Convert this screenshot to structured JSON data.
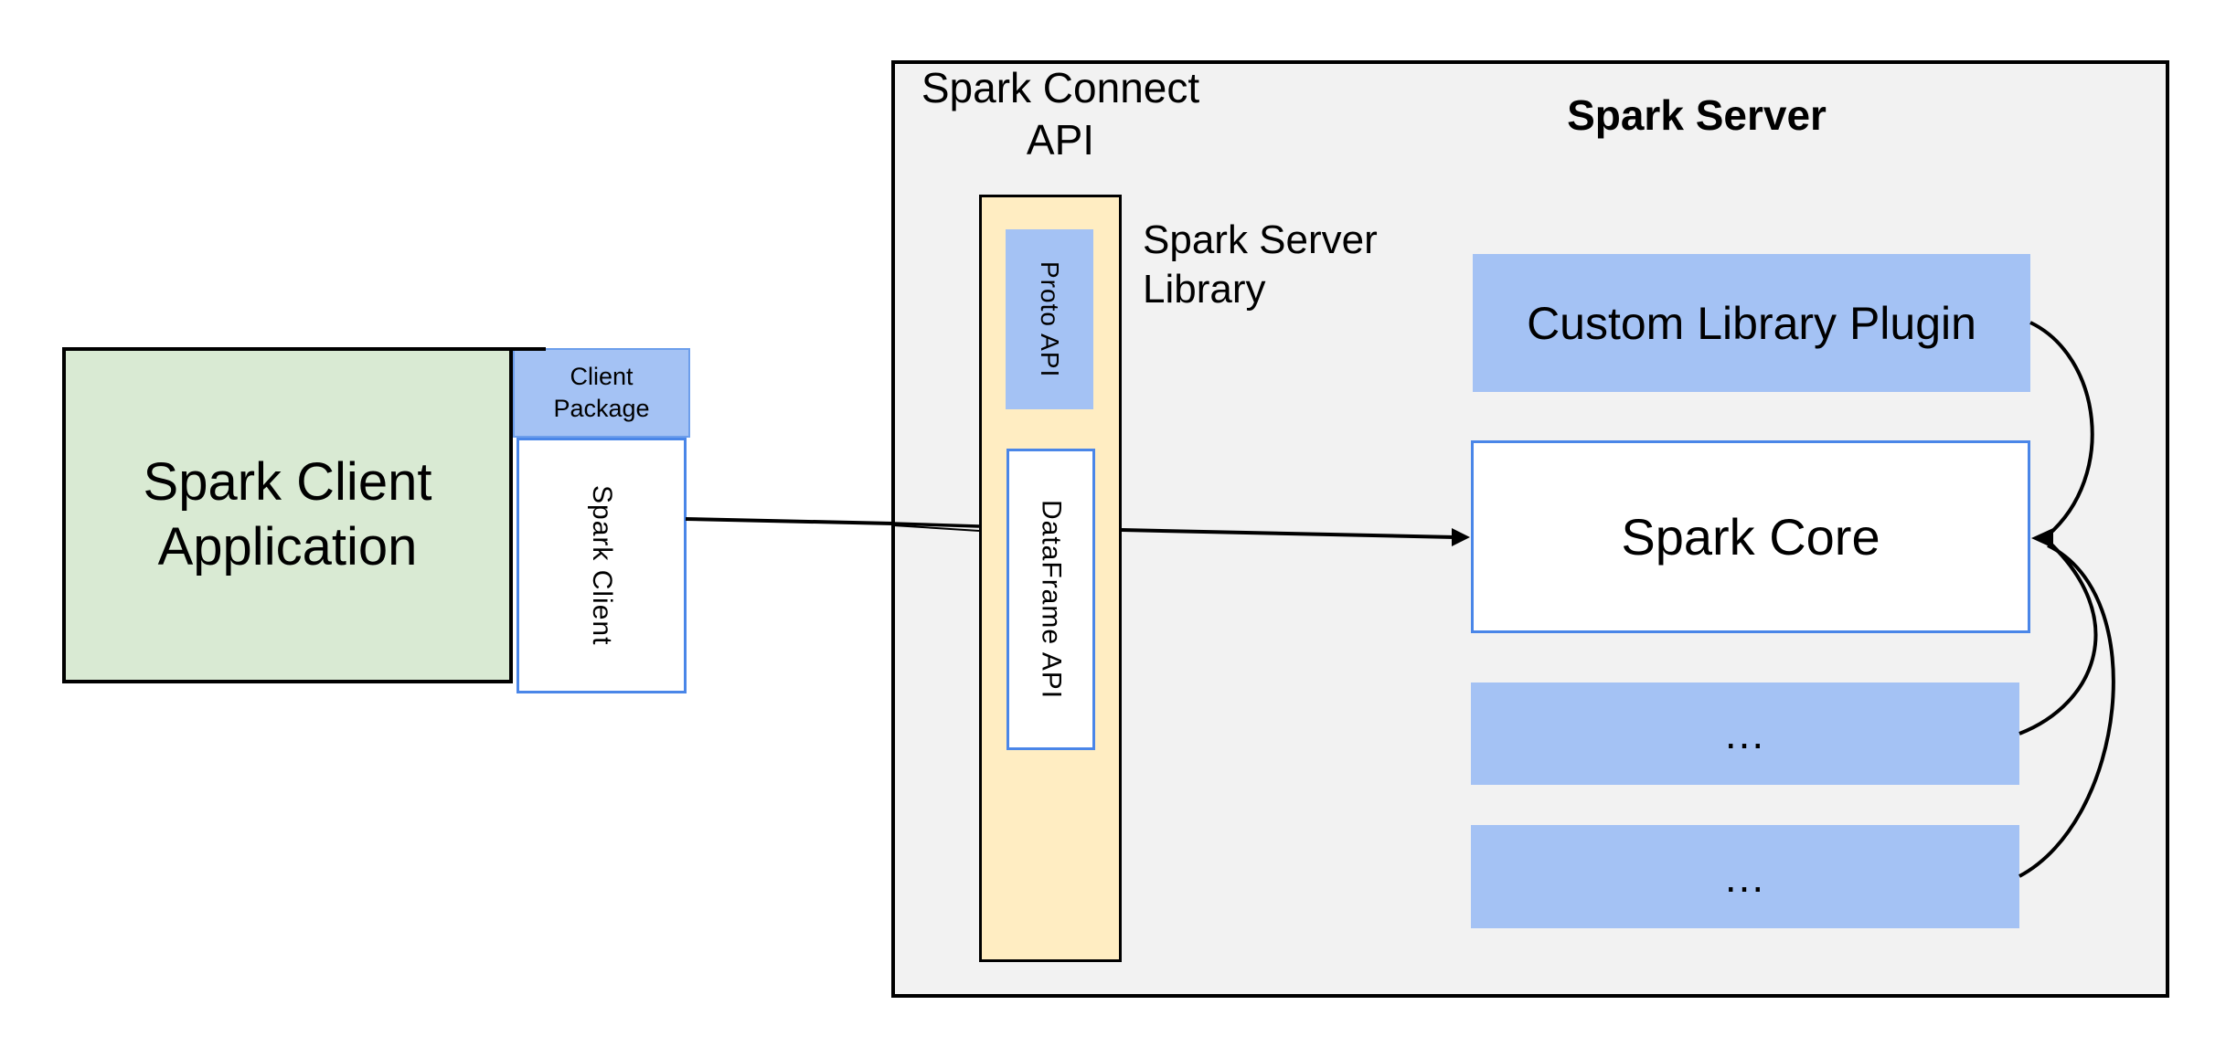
{
  "client_app": {
    "lines": [
      "Spark Client",
      "Application"
    ],
    "package_lines": [
      "Client",
      "Package"
    ],
    "client_label": "Spark Client"
  },
  "connect_api": {
    "label_lines": [
      "Spark Connect",
      "API"
    ],
    "proto_label": "Proto API",
    "dataframe_label": "DataFrame API"
  },
  "server": {
    "title": "Spark Server",
    "library_lines": [
      "Spark Server",
      "Library"
    ],
    "plugin_label": "Custom Library Plugin",
    "core_label": "Spark Core",
    "ellipsis_boxes": [
      "...",
      "..."
    ]
  },
  "colors": {
    "client_app_fill": "#d9ead3",
    "accent_blue_fill": "#a4c2f4",
    "blue_border": "#4a86e8",
    "package_border": "#6d9eeb",
    "api_bar_fill": "#ffedc2",
    "server_fill": "#f2f2f2",
    "connector": "#000000"
  }
}
